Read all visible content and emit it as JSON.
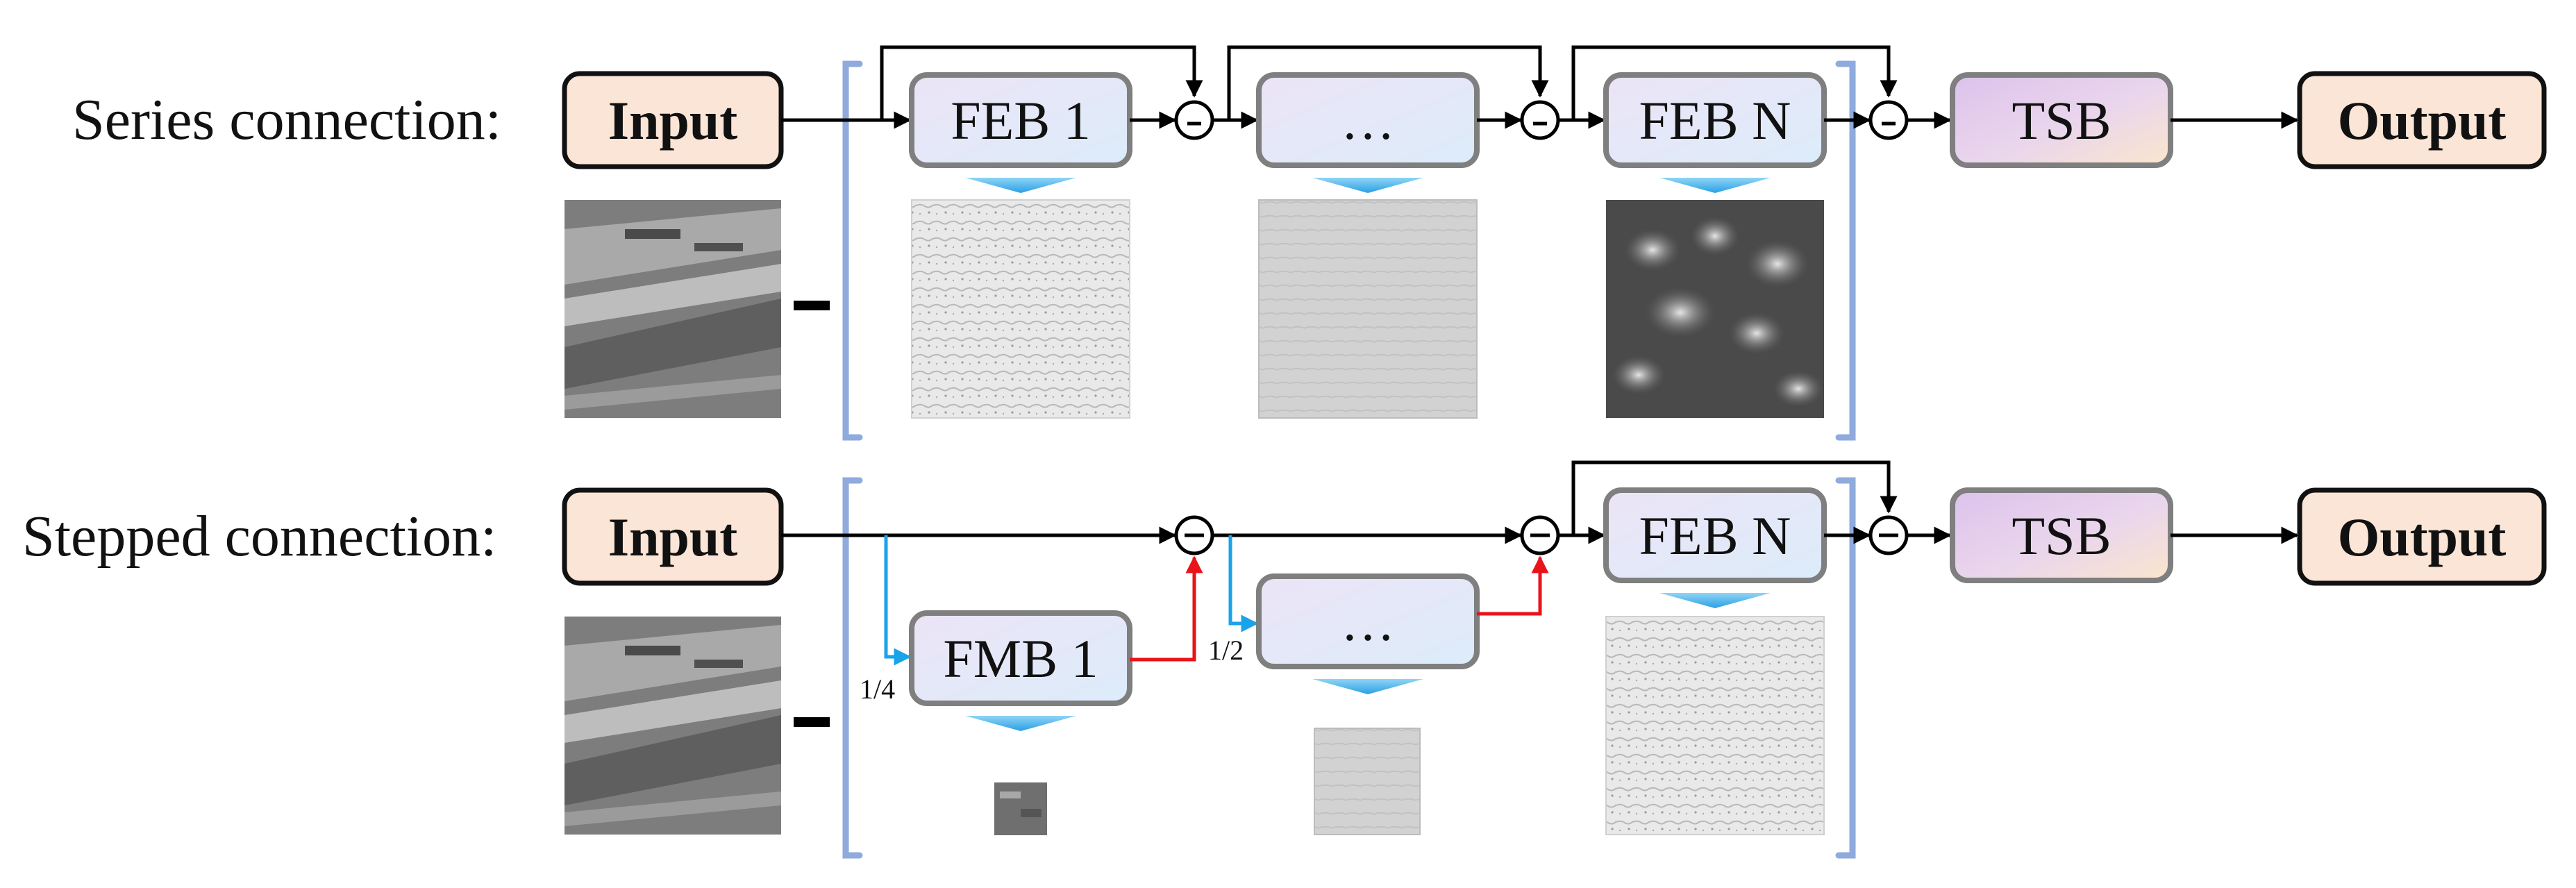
{
  "rows": {
    "series": {
      "label": "Series connection:",
      "input": "Input",
      "blocks": [
        "FEB 1",
        "…",
        "FEB N"
      ],
      "tsb": "TSB",
      "output": "Output"
    },
    "stepped": {
      "label": "Stepped connection:",
      "input": "Input",
      "blocks": [
        "FMB 1",
        "…",
        "FEB N"
      ],
      "scales": [
        "1/4",
        "1/2"
      ],
      "tsb": "TSB",
      "output": "Output"
    }
  },
  "colors": {
    "io_fill": "#fbe5d6",
    "block_fill_start": "#ece4f6",
    "block_fill_end": "#dcecfa",
    "tsb_fill_start": "#dcc2ec",
    "tsb_fill_end": "#fae6cc",
    "block_border": "#7f7f7f",
    "bracket": "#8faadc",
    "arrow_main": "#000000",
    "arrow_downsample": "#1aa3e8",
    "arrow_merge": "#e8141a",
    "feature_triangle": "#4db8ec"
  }
}
